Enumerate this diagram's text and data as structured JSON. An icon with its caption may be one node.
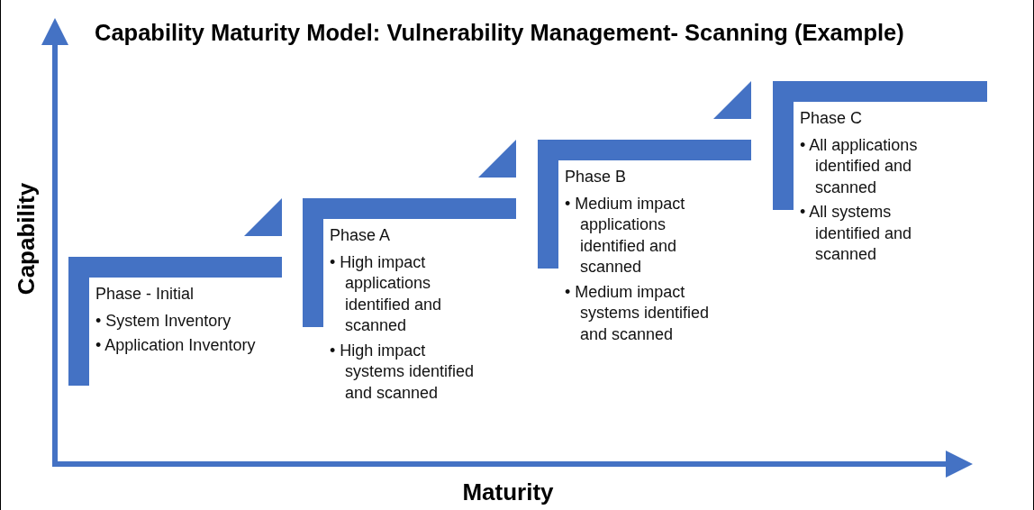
{
  "diagram": {
    "title": "Capability Maturity Model: Vulnerability Management- Scanning (Example)",
    "nodes": [
      {
        "text": [
          "Phase - Initial",
          "• System Inventory",
          "• Application Inventory"
        ]
      },
      {
        "text": [
          "Phase A",
          "• High impact applications identified and scanned",
          "• High impact systems identified and scanned"
        ]
      },
      {
        "text": [
          "Phase B",
          "• Medium impact applications identified and scanned",
          "• Medium impact systems identified and scanned"
        ]
      },
      {
        "text": [
          "Phase C",
          "• All applications identified and scanned",
          "• All systems identified and scanned"
        ]
      }
    ],
    "labels": [
      "Capability",
      "Maturity"
    ]
  }
}
